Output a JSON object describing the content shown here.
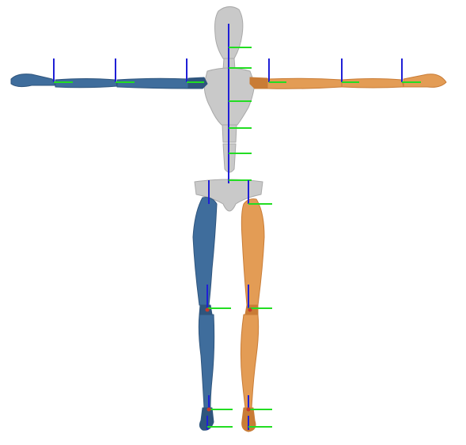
{
  "scene": {
    "background_color": "#ffffff",
    "colors": {
      "center": "#c9c9c9",
      "center_dark": "#a9a9a9",
      "right_side": "#3f6d9c",
      "right_side_dark": "#2f557d",
      "left_side": "#e39c55",
      "left_side_dark": "#c97c36",
      "axis_vertical": "#1f1fd6",
      "axis_horizontal": "#22dd22",
      "joint": "#c43b2c"
    },
    "figure": "skeleton-mannequin-t-pose",
    "gizmo_axes": [
      "vertical-axis",
      "horizontal-axis"
    ]
  }
}
